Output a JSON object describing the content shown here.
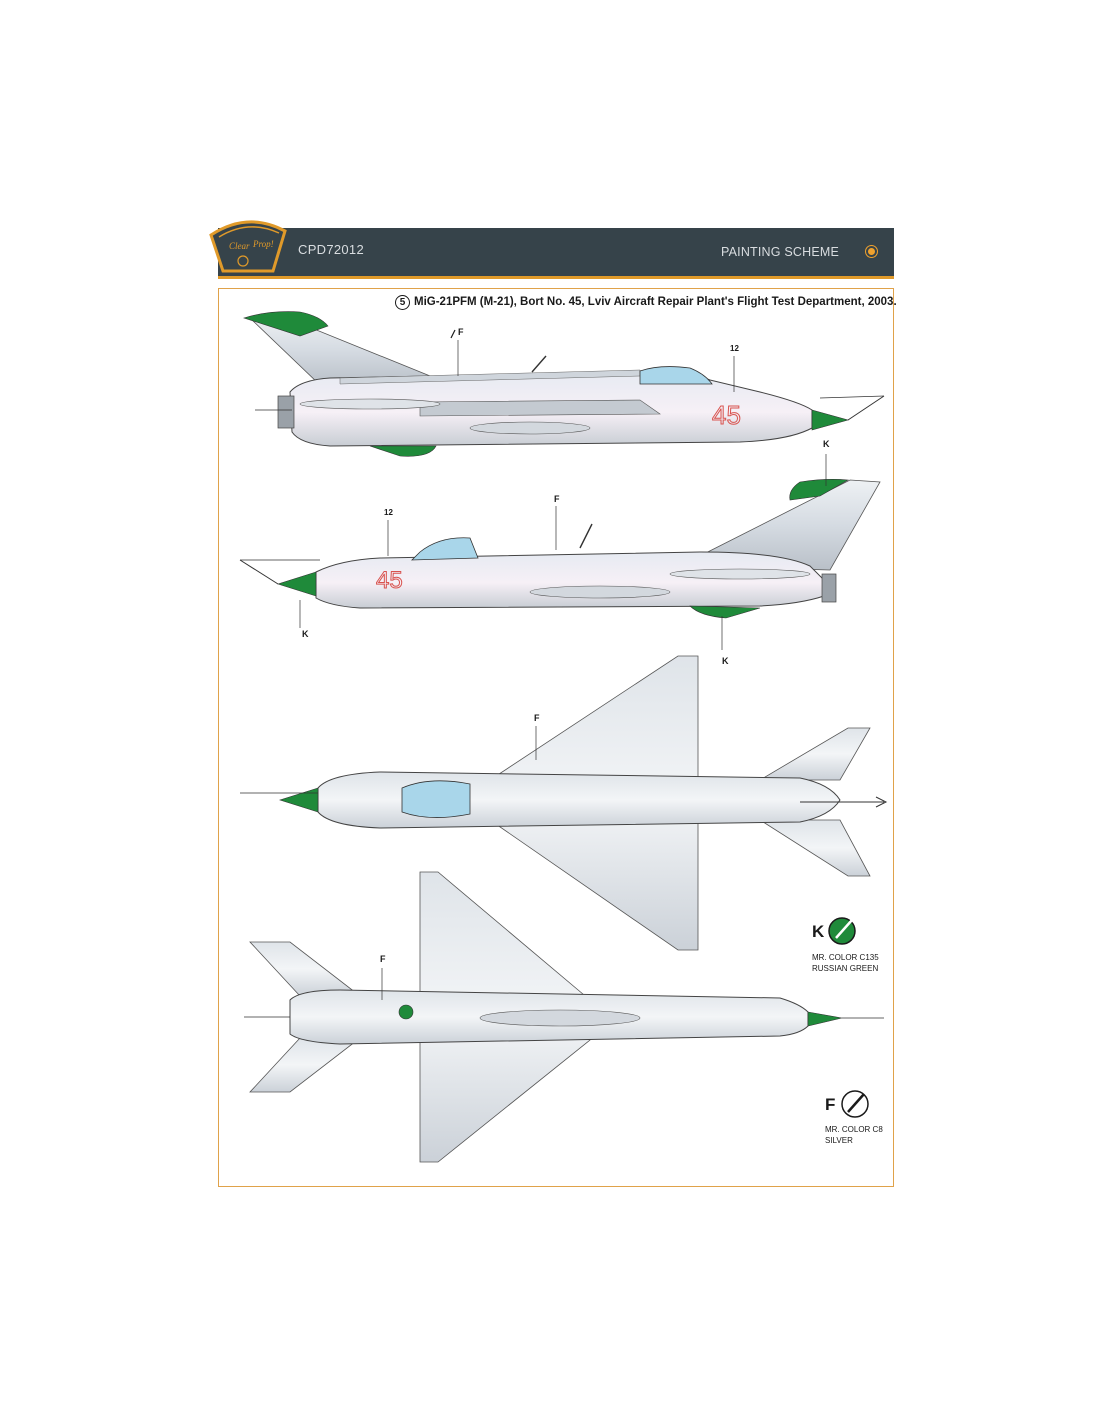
{
  "header": {
    "logo_text": "Clear Prop!",
    "code": "CPD72012",
    "section": "PAINTING SCHEME"
  },
  "scheme": {
    "number": "5",
    "title": "MiG-21PFM (M-21), Bort No. 45, Lviv Aircraft Repair Plant's Flight Test Department, 2003."
  },
  "markings": {
    "bort": "45",
    "callout_12": "12",
    "callout_f": "F",
    "callout_k": "K"
  },
  "colors": [
    {
      "code": "K",
      "line1": "MR. COLOR C135",
      "line2": "RUSSIAN GREEN",
      "hex": "#1f8a3a"
    },
    {
      "code": "F",
      "line1": "MR. COLOR C8",
      "line2": "SILVER",
      "hex": "#c9ced3"
    }
  ]
}
